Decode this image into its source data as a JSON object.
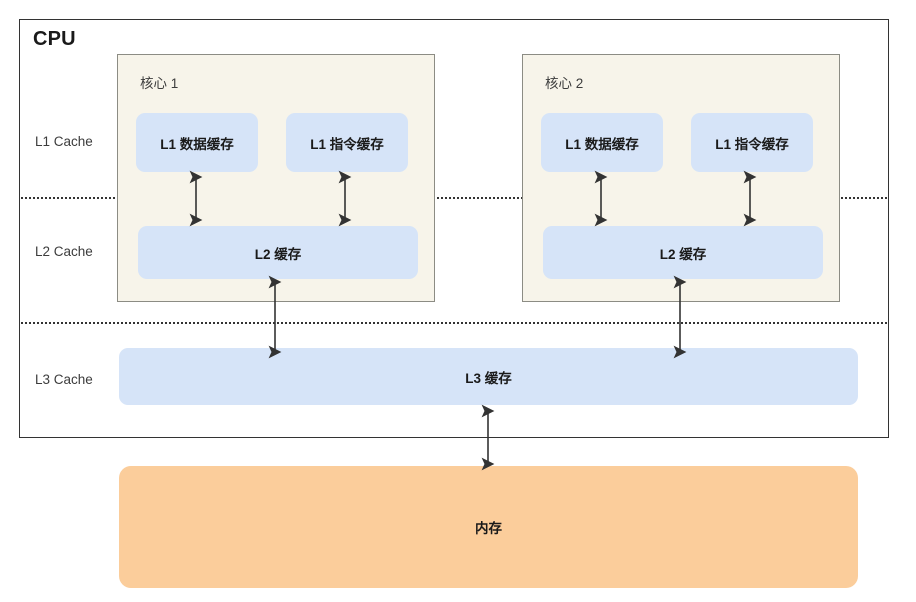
{
  "diagram": {
    "title": "CPU",
    "levels": [
      {
        "id": "l1",
        "label": "L1 Cache"
      },
      {
        "id": "l2",
        "label": "L2 Cache"
      },
      {
        "id": "l3",
        "label": "L3 Cache"
      }
    ],
    "cores": [
      {
        "title": "核心 1",
        "l1_data": "L1 数据缓存",
        "l1_instruction": "L1 指令缓存",
        "l2": "L2 缓存"
      },
      {
        "title": "核心 2",
        "l1_data": "L1 数据缓存",
        "l1_instruction": "L1 指令缓存",
        "l2": "L2 缓存"
      }
    ],
    "l3_cache": "L3 缓存",
    "memory": "内存",
    "colors": {
      "cache_fill": "#d6e4f8",
      "core_fill": "#f7f4ea",
      "core_border": "#8c8c84",
      "memory_fill": "#fbcd9b",
      "cpu_border": "#333333",
      "separator": "#333333",
      "arrow": "#333333",
      "text": "#1a1a1a",
      "label_text": "#3c3c3c",
      "background": "#ffffff"
    },
    "connections": [
      {
        "from": "core-1-l1-data",
        "to": "core-1-l2",
        "style": "double-arrow"
      },
      {
        "from": "core-1-l1-instruction",
        "to": "core-1-l2",
        "style": "double-arrow"
      },
      {
        "from": "core-2-l1-data",
        "to": "core-2-l2",
        "style": "double-arrow"
      },
      {
        "from": "core-2-l1-instruction",
        "to": "core-2-l2",
        "style": "double-arrow"
      },
      {
        "from": "core-1-l2",
        "to": "l3-cache",
        "style": "double-arrow"
      },
      {
        "from": "core-2-l2",
        "to": "l3-cache",
        "style": "double-arrow"
      },
      {
        "from": "l3-cache",
        "to": "memory",
        "style": "double-arrow"
      }
    ]
  }
}
